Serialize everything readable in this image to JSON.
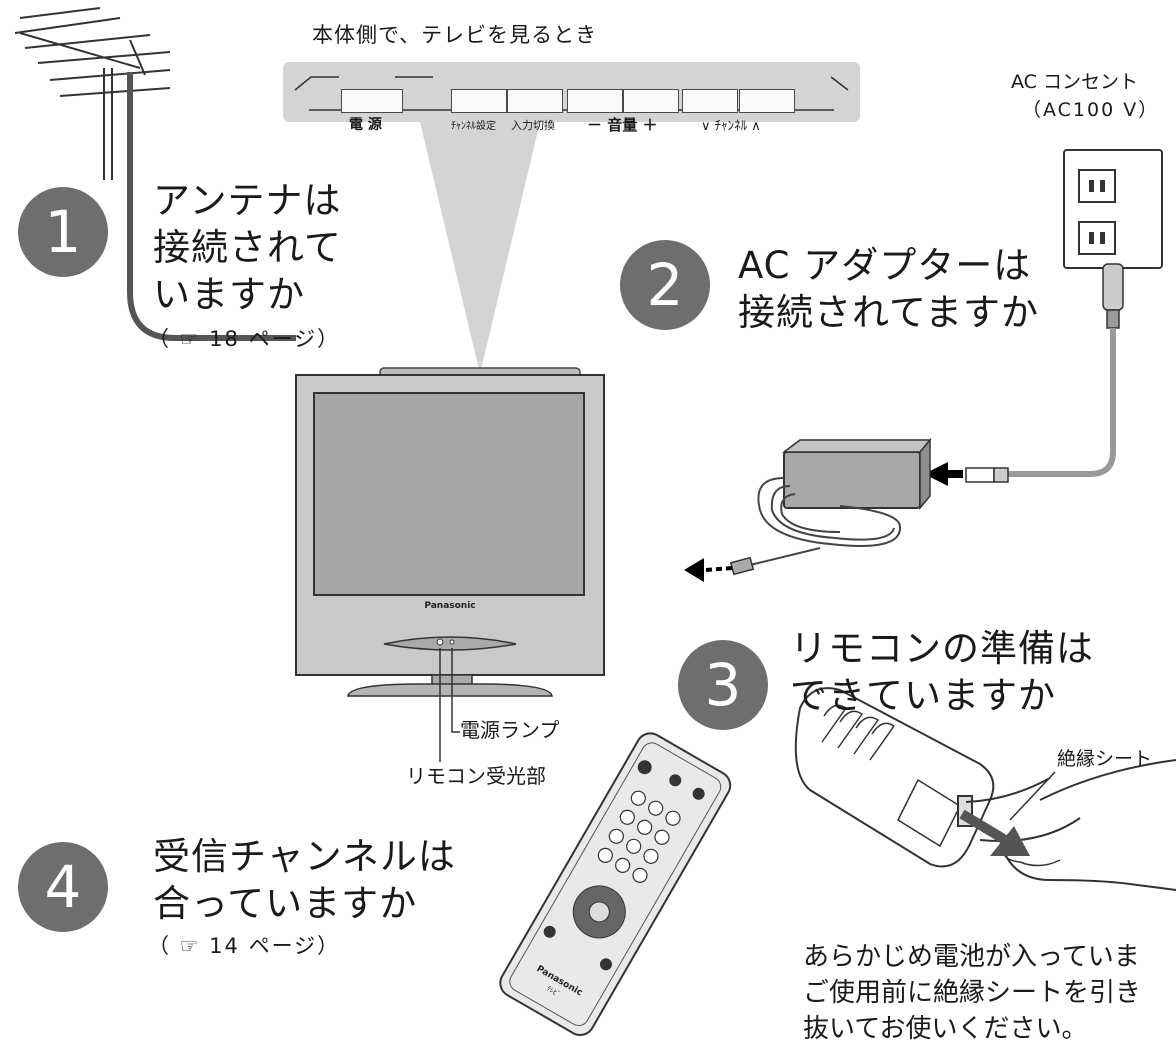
{
  "panel": {
    "caption": "本体側で、テレビを見るとき",
    "labels": {
      "power": "電 源",
      "ch_set": "ﾁｬﾝﾈﾙ設定",
      "input": "入力切換",
      "volume": "－ 音量 ＋",
      "channel": "∨ ﾁｬﾝﾈﾙ ∧"
    }
  },
  "steps": [
    {
      "number": "1",
      "lines": [
        "アンテナは",
        "接続されて",
        "いますか"
      ],
      "ref": "（ ☞ 18 ページ）"
    },
    {
      "number": "2",
      "lines": [
        "AC アダプターは",
        "接続されてますか"
      ]
    },
    {
      "number": "3",
      "lines": [
        "リモコンの準備は",
        "できていますか"
      ]
    },
    {
      "number": "4",
      "lines": [
        "受信チャンネルは",
        "合っていますか"
      ],
      "ref": "（ ☞ 14 ページ）"
    }
  ],
  "outlet": {
    "label": "AC コンセント",
    "voltage": "（AC100 V）"
  },
  "tv": {
    "brand": "Panasonic",
    "power_lamp": "電源ランプ",
    "receiver": "リモコン受光部"
  },
  "remote": {
    "brand": "Panasonic",
    "sub": "ﾃﾚﾋﾞ"
  },
  "insulation_label": "絶縁シート",
  "note_lines": [
    "あらかじめ電池が入っていま",
    "ご使用前に絶縁シートを引き",
    "抜いてお使いください。"
  ]
}
